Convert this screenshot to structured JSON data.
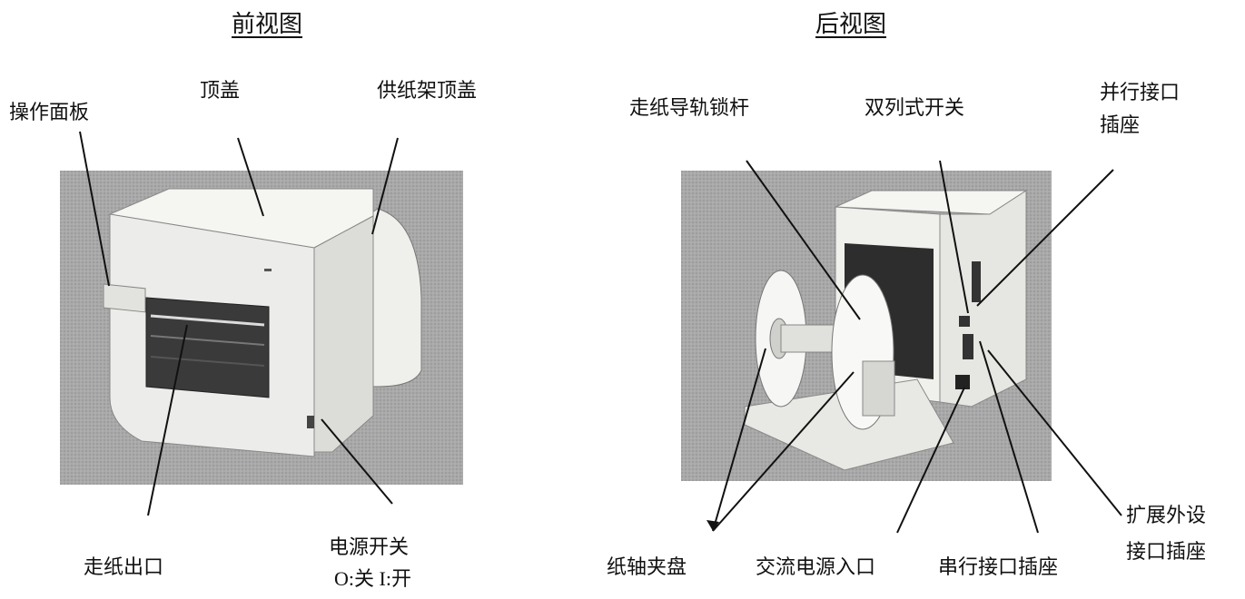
{
  "front": {
    "title": "前视图",
    "labels": {
      "operation_panel": "操作面板",
      "top_cover": "顶盖",
      "supply_holder_cover": "供纸架顶盖",
      "paper_exit": "走纸出口",
      "power_switch": "电源开关",
      "power_states": "O:关  I:开"
    }
  },
  "rear": {
    "title": "后视图",
    "labels": {
      "guide_lock_lever": "走纸导轨锁杆",
      "dip_switch": "双列式开关",
      "parallel_line1": "并行接口",
      "parallel_line2": "插座",
      "supply_holder": "纸轴夹盘",
      "ac_inlet": "交流电源入口",
      "serial_connector": "串行接口插座",
      "expansion_line1": "扩展外设",
      "expansion_line2": "接口插座"
    }
  },
  "colors": {
    "photo_background": "#a6a6a6",
    "printer_body": "#ededea",
    "line": "#111111"
  }
}
